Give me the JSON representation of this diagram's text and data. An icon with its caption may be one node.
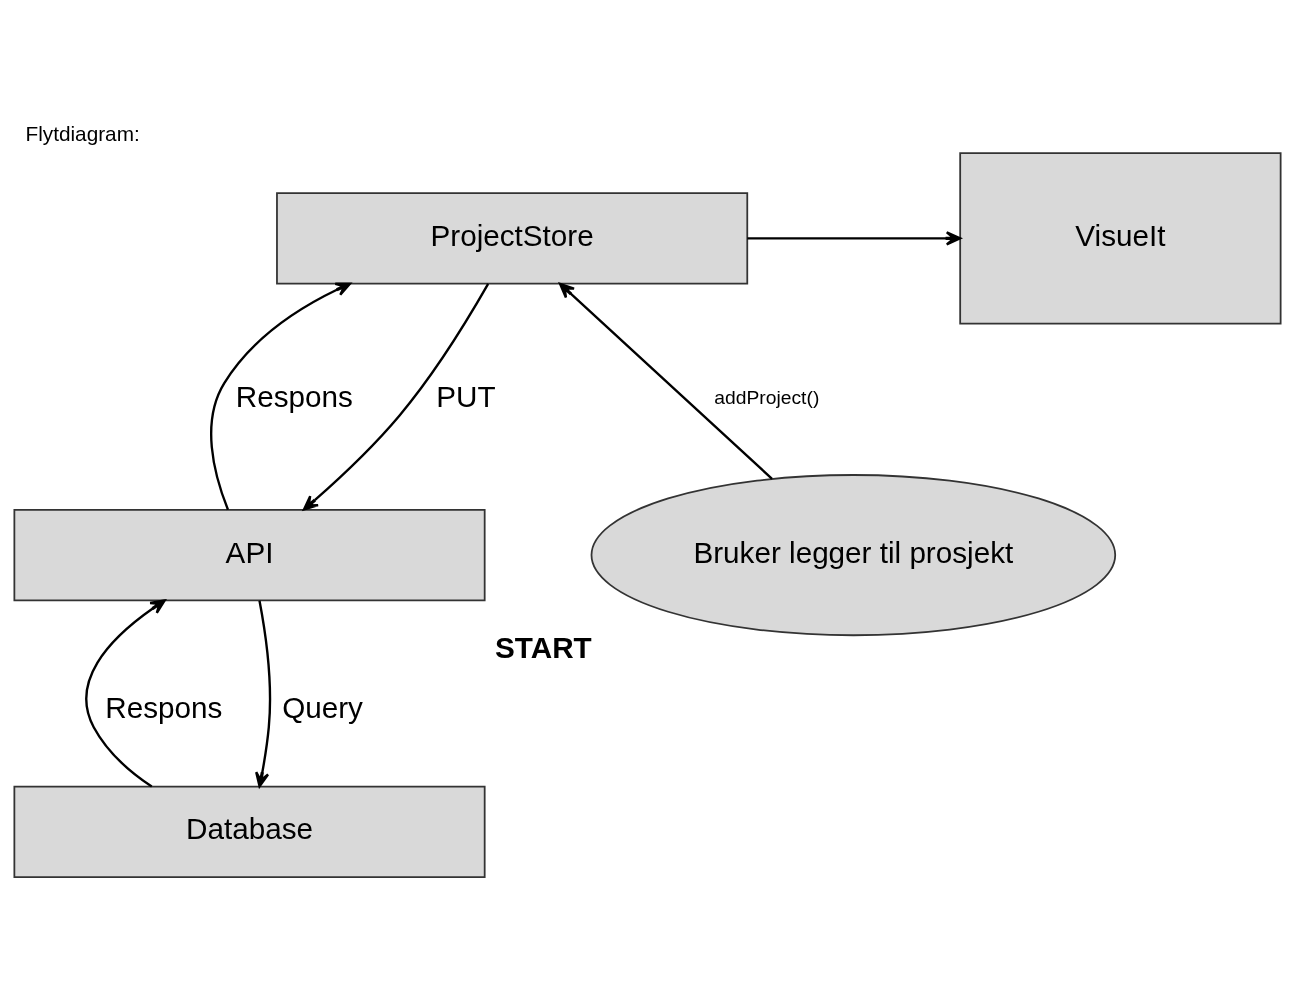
{
  "diagram": {
    "title": "Flytdiagram:",
    "nodes": [
      {
        "text": [
          "Database"
        ]
      },
      {
        "text": [
          "API"
        ]
      },
      {
        "text": [
          "ProjectStore"
        ]
      },
      {
        "text": [
          "VisueIt"
        ]
      },
      {
        "text": [
          "Bruker legger til prosjekt"
        ],
        "beside": [
          "START"
        ]
      }
    ],
    "edges": [
      {
        "from": 1,
        "to": 0,
        "arrow": "to",
        "label": "Query"
      },
      {
        "from": 0,
        "to": 1,
        "arrow": "to",
        "label": "Respons"
      },
      {
        "from": 2,
        "to": 1,
        "arrow": "to",
        "label": "PUT"
      },
      {
        "from": 1,
        "to": 2,
        "arrow": "to",
        "label": "Respons"
      },
      {
        "from": 2,
        "to": 3,
        "arrow": "to"
      },
      {
        "from": 4,
        "to": 2,
        "arrow": "to",
        "label": "addProject()"
      }
    ]
  }
}
